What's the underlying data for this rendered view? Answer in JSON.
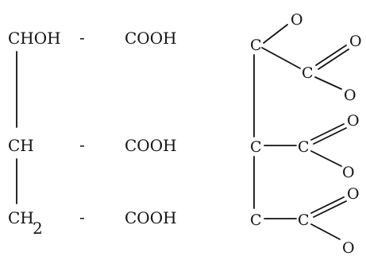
{
  "left_formula": {
    "row1": {
      "group": "CHOH",
      "dash": "-",
      "acid": "COOH"
    },
    "row2": {
      "group": "CH",
      "dash": "-",
      "acid": "COOH"
    },
    "row3": {
      "group": "CH",
      "group_subscript": "2",
      "dash": "-",
      "acid": "COOH"
    }
  },
  "right_structure": {
    "top": {
      "carbon": "C",
      "ring_oxygen": "O",
      "carbonyl_carbon": "C",
      "double_o": "O",
      "single_o": "O"
    },
    "middle": {
      "carbon": "C",
      "carbonyl_carbon": "C",
      "double_o": "O",
      "single_o": "O"
    },
    "bottom": {
      "carbon": "C",
      "carbonyl_carbon": "C",
      "double_o": "O",
      "single_o": "O"
    }
  }
}
